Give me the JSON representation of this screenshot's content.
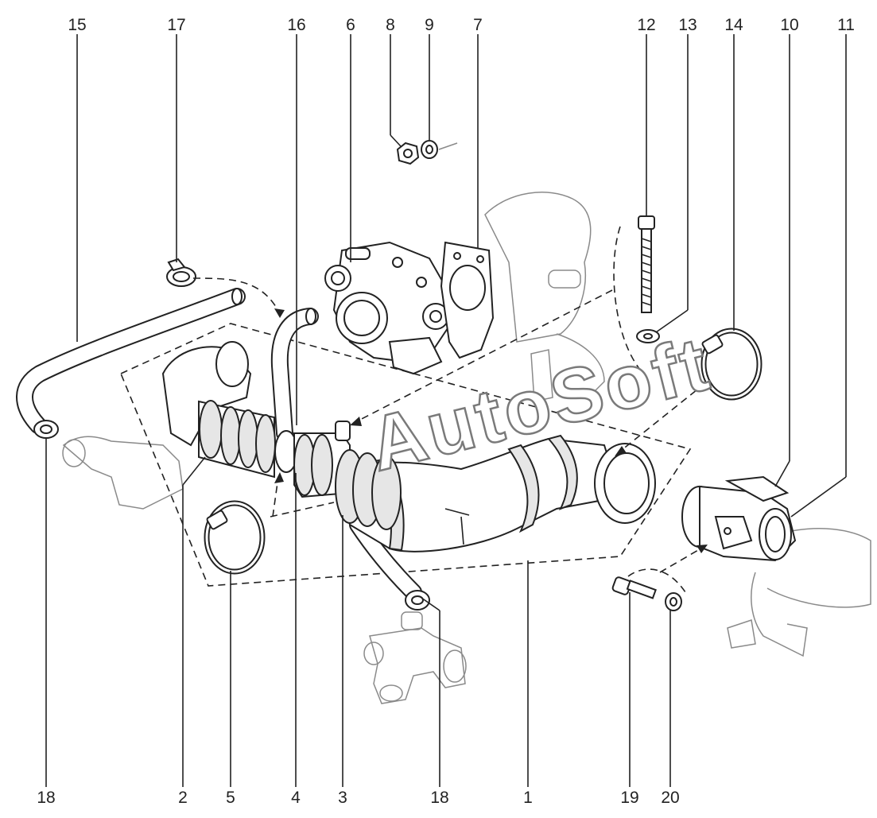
{
  "watermark": "AutoSoft",
  "callouts": {
    "c15": "15",
    "c17": "17",
    "c16": "16",
    "c6": "6",
    "c8": "8",
    "c9": "9",
    "c7": "7",
    "c12": "12",
    "c13": "13",
    "c14": "14",
    "c10": "10",
    "c11": "11",
    "c18a": "18",
    "c2": "2",
    "c5": "5",
    "c4": "4",
    "c3": "3",
    "c18b": "18",
    "c1": "1",
    "c19": "19",
    "c20": "20"
  }
}
